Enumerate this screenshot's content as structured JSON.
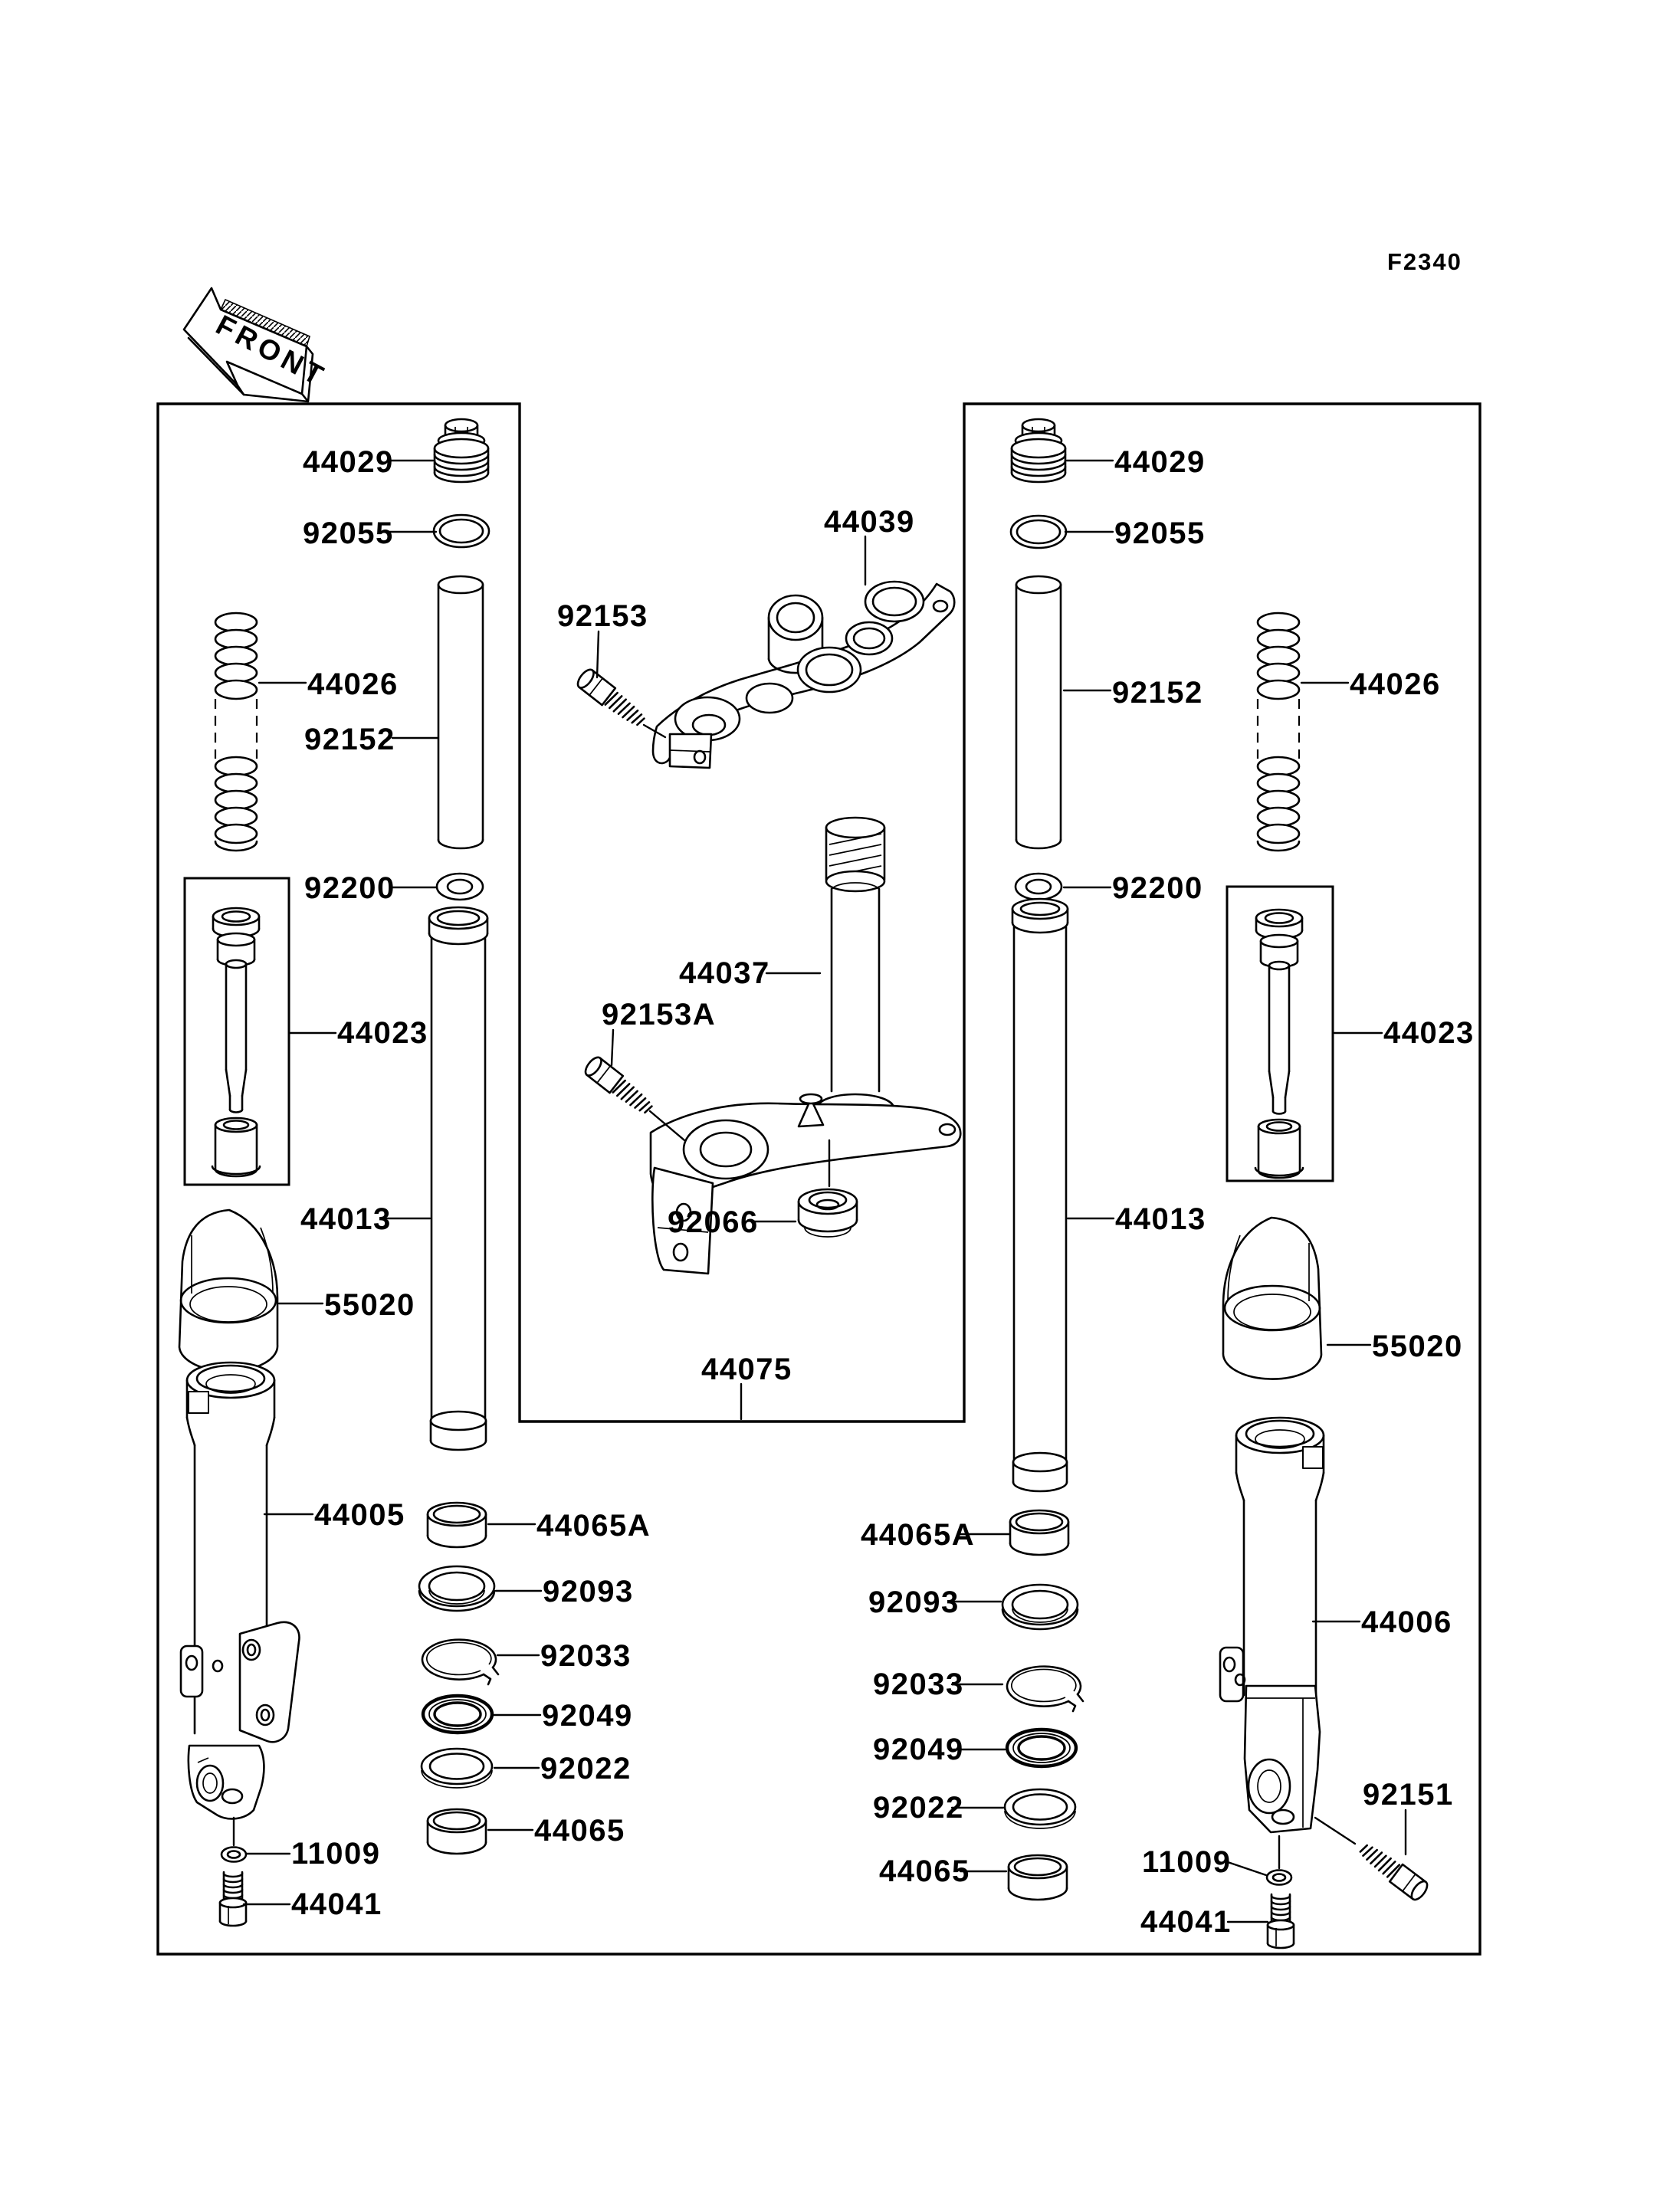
{
  "figure_code": "F2340",
  "front_arrow_label": "FRONT",
  "callouts": {
    "left": {
      "top_plug": "44029",
      "o_ring": "92055",
      "fork_spring": "44026",
      "spacer_tube": "92152",
      "washer": "92200",
      "damper_unit": "44023",
      "inner_tube": "44013",
      "guard": "55020",
      "outer_tube": "44005",
      "upper_bushing": "44065A",
      "seal_spacer": "92093",
      "retaining_ring": "92033",
      "oil_seal": "92049",
      "flat_washer": "92022",
      "lower_bushing": "44065",
      "lock_washer": "11009",
      "bottom_bolt": "44041"
    },
    "middle": {
      "upper_clamp_bolt": "92153",
      "stem_head": "44039",
      "lower_clamp_bolt": "92153A",
      "steering_stem": "44037",
      "head_seal_cap": "92066",
      "fork_assembly": "44075"
    },
    "right": {
      "top_plug": "44029",
      "o_ring": "92055",
      "spacer_tube": "92152",
      "fork_spring": "44026",
      "washer": "92200",
      "damper_unit": "44023",
      "inner_tube": "44013",
      "guard": "55020",
      "outer_tube": "44006",
      "upper_bushing": "44065A",
      "seal_spacer": "92093",
      "retaining_ring": "92033",
      "oil_seal": "92049",
      "flat_washer": "92022",
      "lower_bushing": "44065",
      "lock_washer": "11009",
      "bottom_bolt": "44041",
      "clamp_bolt": "92151"
    }
  }
}
